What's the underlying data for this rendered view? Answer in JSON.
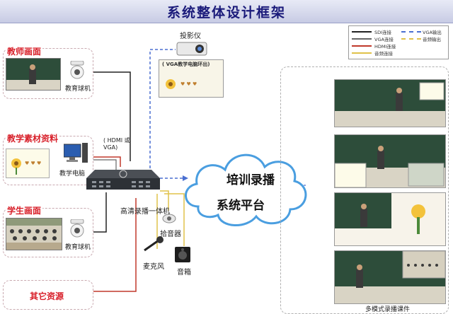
{
  "title": "系统整体设计框架",
  "sources": {
    "teacher": {
      "label": "教师画面",
      "device": "教育球机"
    },
    "material": {
      "label": "教学素材资料",
      "device": "教学电脑",
      "interface": "( HDMI 或VGA)"
    },
    "student": {
      "label": "学生画面",
      "device": "教育球机"
    },
    "other": {
      "label": "其它资源"
    }
  },
  "projector": {
    "label": "投影仪",
    "note": "( VGA教学电脑环出)"
  },
  "recorder": {
    "label": "高清录播一体机"
  },
  "peripherals": {
    "pickup": "拾音器",
    "mic": "麦克风",
    "speaker": "音箱"
  },
  "cloud": {
    "line1": "培训录播",
    "line2": "系统平台"
  },
  "courseware": {
    "label": "多模式录播课件"
  },
  "legend": {
    "items": [
      {
        "label": "SDI连接",
        "color": "#222222"
      },
      {
        "label": "VGA连接",
        "color": "#666666"
      },
      {
        "label": "HDMI连接",
        "color": "#c0392b"
      },
      {
        "label": "音频连接",
        "color": "#e0c24a"
      },
      {
        "label": "VGA输出",
        "color": "#4a6fd1"
      },
      {
        "label": "音频输出",
        "color": "#e0c24a"
      }
    ]
  },
  "colors": {
    "title": "#1a1a7a",
    "group_label": "#d8202a",
    "cloud_stroke": "#4a9ee0"
  }
}
